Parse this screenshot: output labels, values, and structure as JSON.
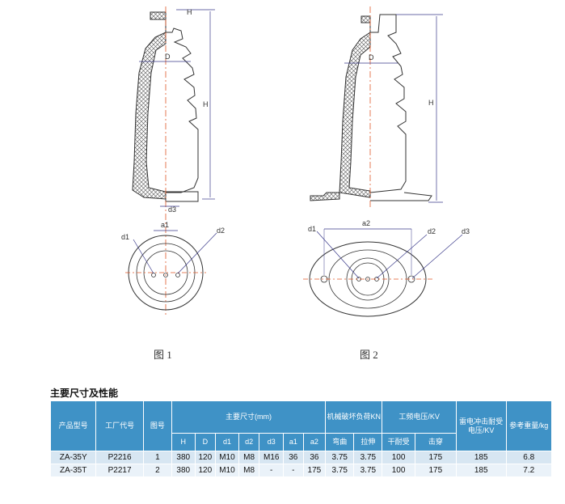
{
  "figures": {
    "fig1_caption": "图 1",
    "fig2_caption": "图 2",
    "labels": {
      "H": "H",
      "D": "D",
      "d1": "d1",
      "d2": "d2",
      "d3": "d3",
      "a1": "a1",
      "a2": "a2"
    }
  },
  "section_title": "主要尺寸及性能",
  "table": {
    "headers": {
      "model": "产品型号",
      "factory_code": "工厂代号",
      "figure_no": "图号",
      "main_dims": "主要尺寸(mm)",
      "mech_load": "机械破坏负荷KN",
      "freq_voltage": "工频电压/KV",
      "impulse_voltage": "雷电冲击耐受电压/KV",
      "weight": "参考重量/kg",
      "H": "H",
      "D": "D",
      "d1": "d1",
      "d2": "d2",
      "d3": "d3",
      "a1": "a1",
      "a2": "a2",
      "bend": "弯曲",
      "tension": "拉伸",
      "dry_withstand": "干耐受",
      "breakdown": "击穿"
    },
    "rows": [
      {
        "model": "ZA-35Y",
        "factory_code": "P2216",
        "figure_no": "1",
        "H": "380",
        "D": "120",
        "d1": "M10",
        "d2": "M8",
        "d3": "M16",
        "a1": "36",
        "a2": "36",
        "bend": "3.75",
        "tension": "3.75",
        "dry_withstand": "100",
        "breakdown": "175",
        "impulse": "185",
        "weight": "6.8"
      },
      {
        "model": "ZA-35T",
        "factory_code": "P2217",
        "figure_no": "2",
        "H": "380",
        "D": "120",
        "d1": "M10",
        "d2": "M8",
        "d3": "-",
        "a1": "-",
        "a2": "175",
        "bend": "3.75",
        "tension": "3.75",
        "dry_withstand": "100",
        "breakdown": "175",
        "impulse": "185",
        "weight": "7.2"
      }
    ]
  },
  "colors": {
    "header_bg": "#3f92c6",
    "row_bg": "#d7e6f2",
    "dim_line": "#3a3a8a",
    "center_line": "#e05a2a"
  }
}
